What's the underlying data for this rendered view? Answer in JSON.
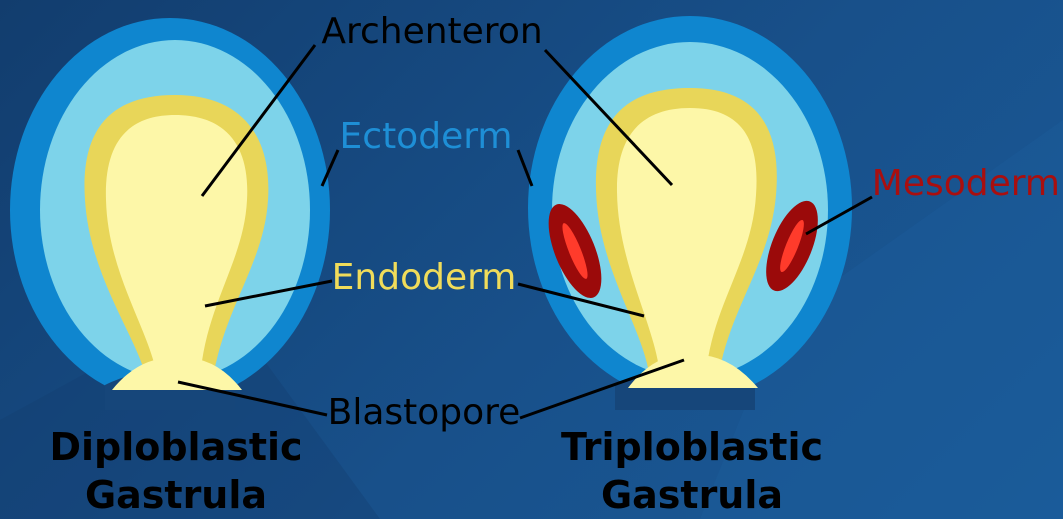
{
  "labels": {
    "archenteron": "Archenteron",
    "ectoderm": "Ectoderm",
    "endoderm": "Endoderm",
    "blastopore": "Blastopore",
    "mesoderm": "Mesoderm"
  },
  "titles": {
    "left_line1": "Diploblastic",
    "left_line2": "Gastrula",
    "right_line1": "Triploblastic",
    "right_line2": "Gastrula"
  },
  "colors": {
    "ectoderm_outer": "#0f86cf",
    "blastocoel": "#7dd3ea",
    "endoderm": "#e8d659",
    "archenteron": "#fdf7a8",
    "mesoderm": "#9b0a0a",
    "mesoderm_highlight": "#ff3b2b",
    "ectoderm_text": "#1e8fd6",
    "endoderm_text": "#f0dc5a",
    "mesoderm_text": "#a90f0f"
  }
}
